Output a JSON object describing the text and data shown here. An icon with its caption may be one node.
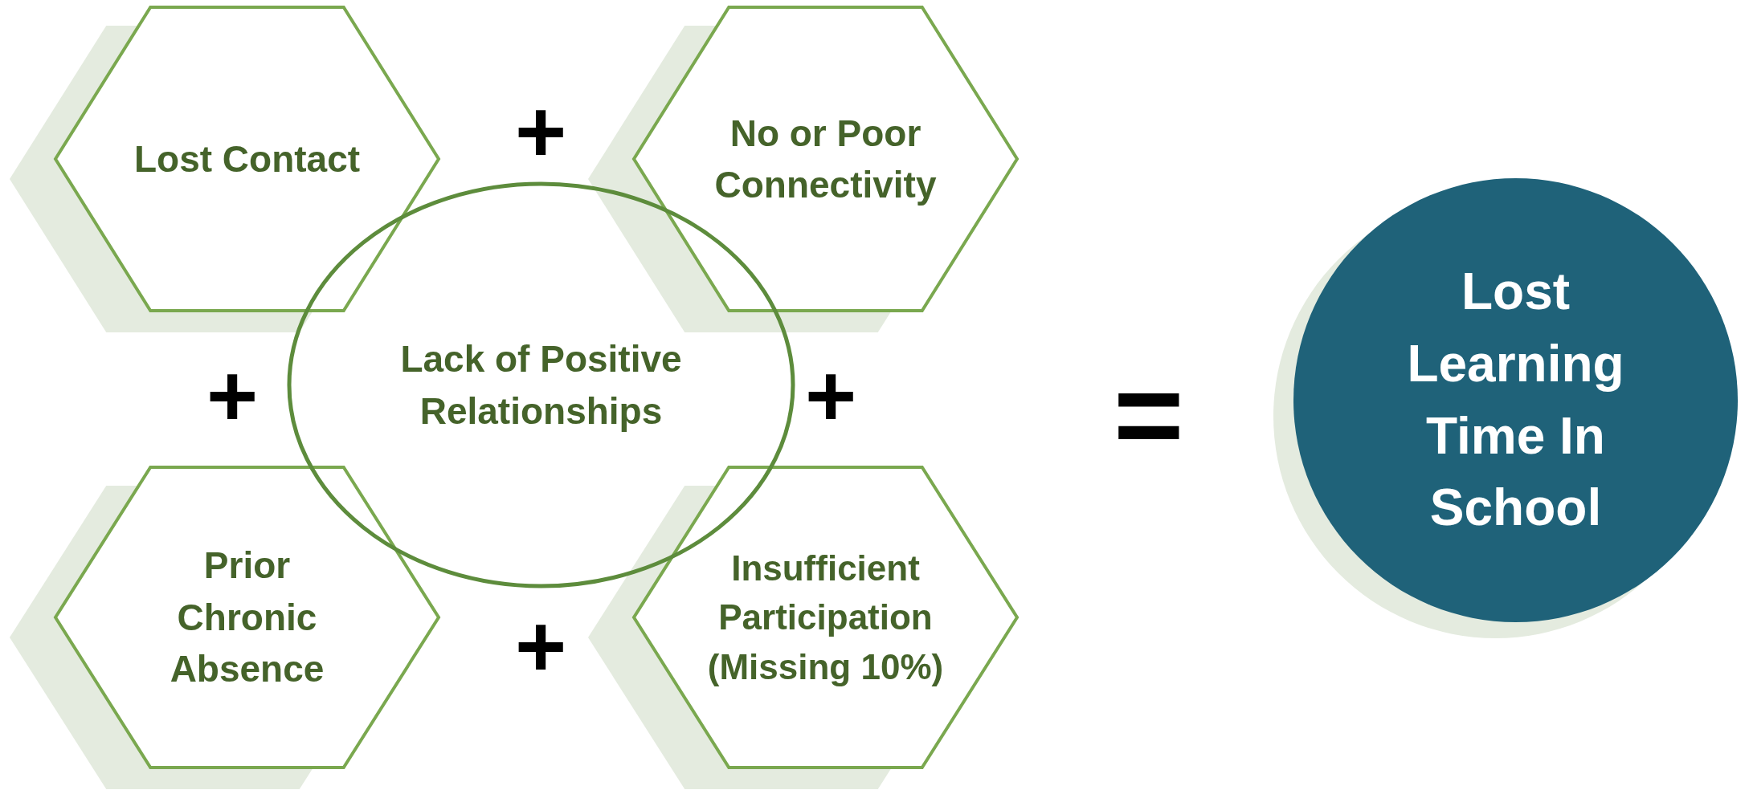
{
  "diagram": {
    "nodes": [
      {
        "text": [
          "Lost Contact"
        ]
      },
      {
        "text": [
          "No or Poor Connectivity"
        ]
      },
      {
        "text": [
          "Lack of Positive Relationships"
        ]
      },
      {
        "text": [
          "Prior Chronic Absence"
        ]
      },
      {
        "text": [
          "Insufficient Participation (Missing 10%)"
        ]
      },
      {
        "text": [
          "Lost Learning Time In School"
        ]
      }
    ],
    "labels": [
      "+",
      "+",
      "+",
      "+",
      "="
    ]
  }
}
